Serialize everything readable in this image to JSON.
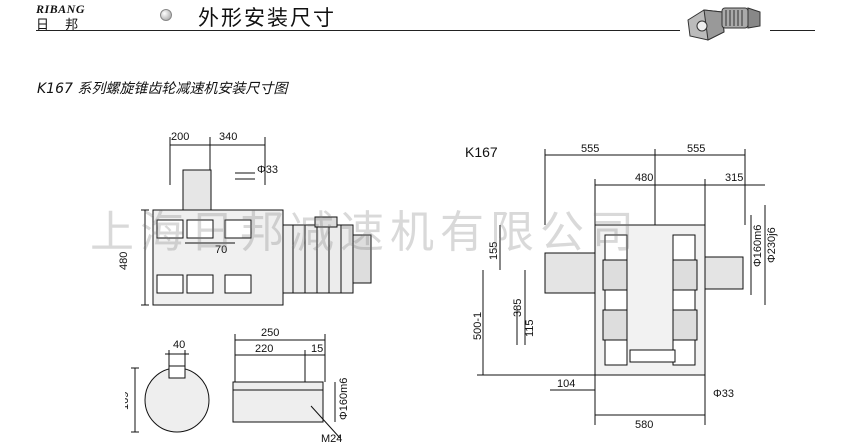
{
  "header": {
    "brand_en": "RIBANG",
    "brand_cn": "日 邦",
    "title": "外形安装尺寸"
  },
  "caption": "K167 系列螺旋锥齿轮减速机安装尺寸图",
  "watermark": "上海日邦减速机有限公司",
  "left_drawing": {
    "dims": {
      "d200": "200",
      "d340": "340",
      "phi33": "Φ33",
      "d480": "480",
      "d70": "70"
    }
  },
  "shaft_drawing": {
    "dims": {
      "d40": "40",
      "d169": "169",
      "d250": "250",
      "d220": "220",
      "d15": "15",
      "phi160m6": "Φ160m6",
      "m24": "M24"
    }
  },
  "right_drawing": {
    "model": "K167",
    "dims": {
      "d555a": "555",
      "d555b": "555",
      "d480": "480",
      "d315": "315",
      "d155": "155",
      "d385": "385",
      "d115": "115",
      "d500": "500-1",
      "phi160m6": "Φ160m6",
      "phi230j6": "Φ230j6",
      "d104": "104",
      "d580": "580",
      "phi33": "Φ33"
    }
  }
}
